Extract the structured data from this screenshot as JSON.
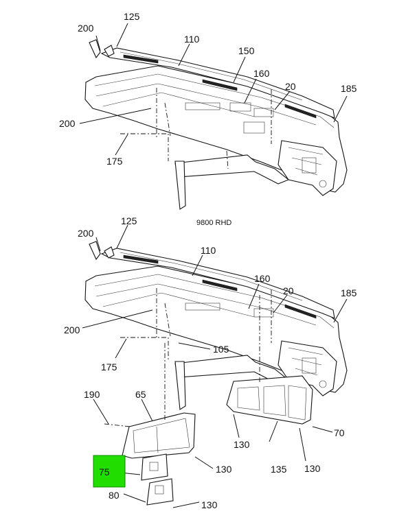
{
  "diagram": {
    "caption": "9800 RHD",
    "highlight_color": "#22dd00",
    "top_view": {
      "labels": {
        "l200a": "200",
        "l125": "125",
        "l110": "110",
        "l150": "150",
        "l160": "160",
        "l20": "20",
        "l185": "185",
        "l200b": "200",
        "l175": "175"
      }
    },
    "bottom_view": {
      "labels": {
        "l200a": "200",
        "l125": "125",
        "l110": "110",
        "l160": "160",
        "l20": "20",
        "l185": "185",
        "l200b": "200",
        "l105": "105",
        "l175": "175",
        "l190": "190",
        "l65": "65",
        "l130a": "130",
        "l70": "70",
        "l75": "75",
        "l130b": "130",
        "l135": "135",
        "l130c": "130",
        "l80": "80",
        "l130d": "130"
      }
    }
  }
}
